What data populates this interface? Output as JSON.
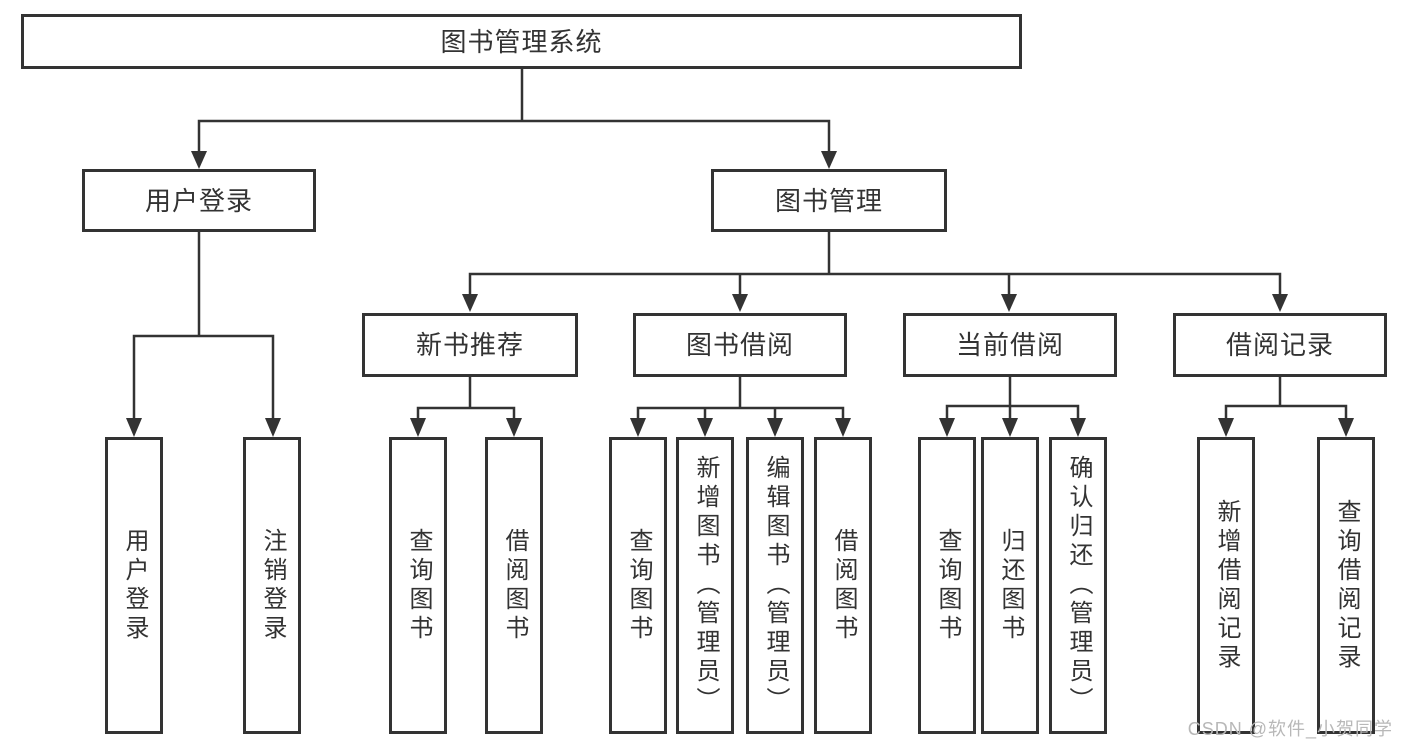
{
  "diagram": {
    "type": "hierarchy-tree",
    "title": "图书管理系统",
    "colors": {
      "background": "#ffffff",
      "line": "#333333",
      "box_border": "#333333",
      "box_fill": "#ffffff",
      "text": "#333333",
      "watermark": "#b8b8b8"
    },
    "tree": {
      "label": "图书管理系统",
      "children": [
        {
          "label": "用户登录",
          "children": [
            {
              "label": "用户登录"
            },
            {
              "label": "注销登录"
            }
          ]
        },
        {
          "label": "图书管理",
          "children": [
            {
              "label": "新书推荐",
              "children": [
                {
                  "label": "查询图书"
                },
                {
                  "label": "借阅图书"
                }
              ]
            },
            {
              "label": "图书借阅",
              "children": [
                {
                  "label": "查询图书"
                },
                {
                  "label": "新增图书（管理员）"
                },
                {
                  "label": "编辑图书（管理员）"
                },
                {
                  "label": "借阅图书"
                }
              ]
            },
            {
              "label": "当前借阅",
              "children": [
                {
                  "label": "查询图书"
                },
                {
                  "label": "归还图书"
                },
                {
                  "label": "确认归还（管理员）"
                }
              ]
            },
            {
              "label": "借阅记录",
              "children": [
                {
                  "label": "新增借阅记录"
                },
                {
                  "label": "查询借阅记录"
                }
              ]
            }
          ]
        }
      ]
    }
  },
  "watermark": {
    "text": "CSDN @软件_小贺同学"
  }
}
